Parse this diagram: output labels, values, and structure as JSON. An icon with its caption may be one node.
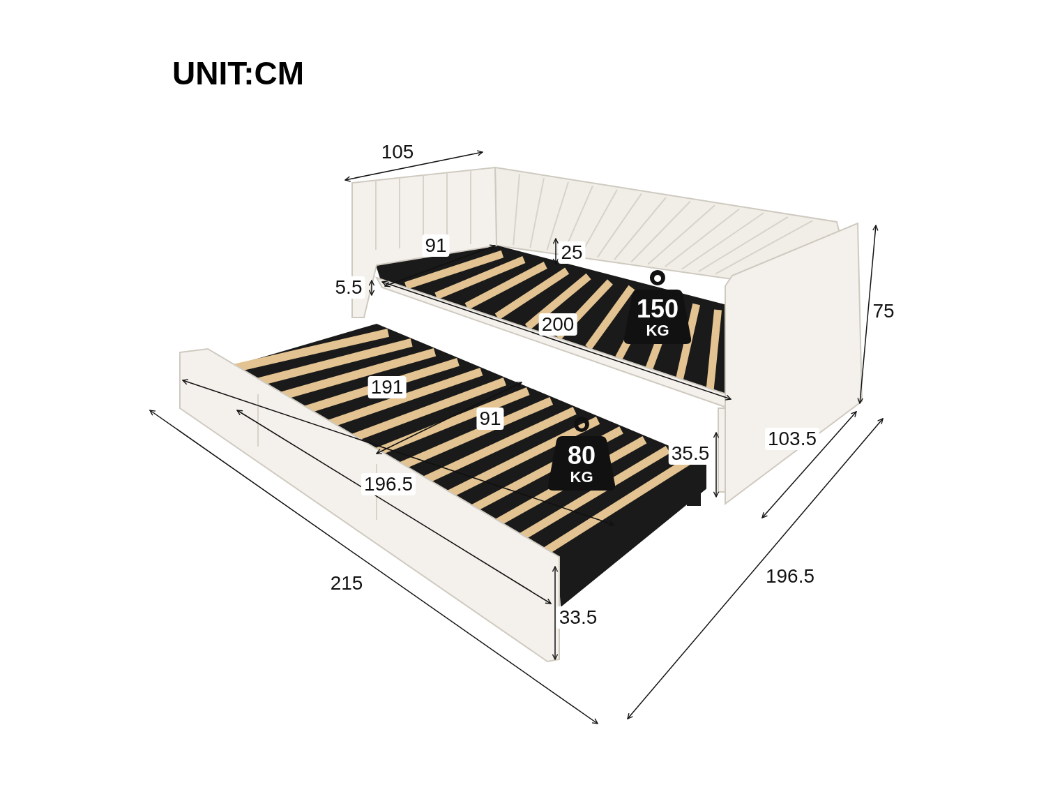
{
  "diagram": {
    "title": "UNIT:CM",
    "nodes": [
      {
        "text": [
          "150",
          "KG"
        ]
      },
      {
        "text": [
          "80",
          "KG"
        ]
      }
    ],
    "labels": [
      "105",
      "91",
      "25",
      "5.5",
      "75",
      "200",
      "191",
      "91",
      "103.5",
      "35.5",
      "196.5",
      "215",
      "33.5",
      "196.5"
    ]
  }
}
